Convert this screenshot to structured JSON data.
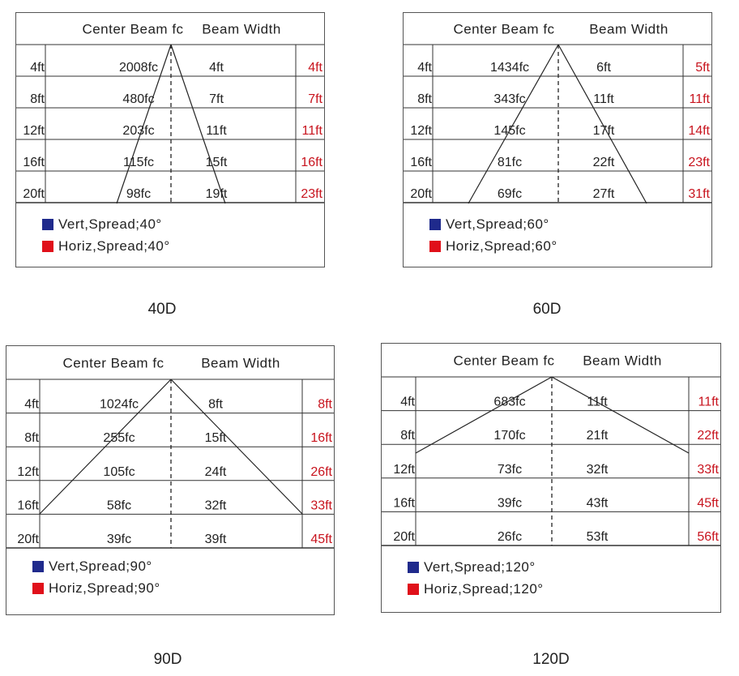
{
  "colors": {
    "vert": "#1f2a8c",
    "horiz": "#e0101a",
    "horiz_text": "#c8141e"
  },
  "panels": [
    {
      "header_left": "Center Beam fc",
      "header_right": "Beam Width",
      "rows": [
        {
          "dist": "4ft",
          "fc": "2008fc",
          "vert": "4ft",
          "horiz": "4ft"
        },
        {
          "dist": "8ft",
          "fc": "480fc",
          "vert": "7ft",
          "horiz": "7ft"
        },
        {
          "dist": "12ft",
          "fc": "203fc",
          "vert": "11ft",
          "horiz": "11ft"
        },
        {
          "dist": "16ft",
          "fc": "115fc",
          "vert": "15ft",
          "horiz": "16ft"
        },
        {
          "dist": "20ft",
          "fc": "98fc",
          "vert": "19ft",
          "horiz": "23ft"
        }
      ],
      "legend_vert": "Vert,Spread;40°",
      "legend_horiz": "Horiz,Spread;40°",
      "caption": "40D"
    },
    {
      "header_left": "Center Beam fc",
      "header_right": "Beam Width",
      "rows": [
        {
          "dist": "4ft",
          "fc": "1434fc",
          "vert": "6ft",
          "horiz": "5ft"
        },
        {
          "dist": "8ft",
          "fc": "343fc",
          "vert": "11ft",
          "horiz": "11ft"
        },
        {
          "dist": "12ft",
          "fc": "145fc",
          "vert": "17ft",
          "horiz": "14ft"
        },
        {
          "dist": "16ft",
          "fc": "81fc",
          "vert": "22ft",
          "horiz": "23ft"
        },
        {
          "dist": "20ft",
          "fc": "69fc",
          "vert": "27ft",
          "horiz": "31ft"
        }
      ],
      "legend_vert": "Vert,Spread;60°",
      "legend_horiz": "Horiz,Spread;60°",
      "caption": "60D"
    },
    {
      "header_left": "Center Beam fc",
      "header_right": "Beam Width",
      "rows": [
        {
          "dist": "4ft",
          "fc": "1024fc",
          "vert": "8ft",
          "horiz": "8ft"
        },
        {
          "dist": "8ft",
          "fc": "255fc",
          "vert": "15ft",
          "horiz": "16ft"
        },
        {
          "dist": "12ft",
          "fc": "105fc",
          "vert": "24ft",
          "horiz": "26ft"
        },
        {
          "dist": "16ft",
          "fc": "58fc",
          "vert": "32ft",
          "horiz": "33ft"
        },
        {
          "dist": "20ft",
          "fc": "39fc",
          "vert": "39ft",
          "horiz": "45ft"
        }
      ],
      "legend_vert": "Vert,Spread;90°",
      "legend_horiz": "Horiz,Spread;90°",
      "caption": "90D"
    },
    {
      "header_left": "Center Beam fc",
      "header_right": "Beam Width",
      "rows": [
        {
          "dist": "4ft",
          "fc": "683fc",
          "vert": "11ft",
          "horiz": "11ft"
        },
        {
          "dist": "8ft",
          "fc": "170fc",
          "vert": "21ft",
          "horiz": "22ft"
        },
        {
          "dist": "12ft",
          "fc": "73fc",
          "vert": "32ft",
          "horiz": "33ft"
        },
        {
          "dist": "16ft",
          "fc": "39fc",
          "vert": "43ft",
          "horiz": "45ft"
        },
        {
          "dist": "20ft",
          "fc": "26fc",
          "vert": "53ft",
          "horiz": "56ft"
        }
      ],
      "legend_vert": "Vert,Spread;120°",
      "legend_horiz": "Horiz,Spread;120°",
      "caption": "120D"
    }
  ]
}
